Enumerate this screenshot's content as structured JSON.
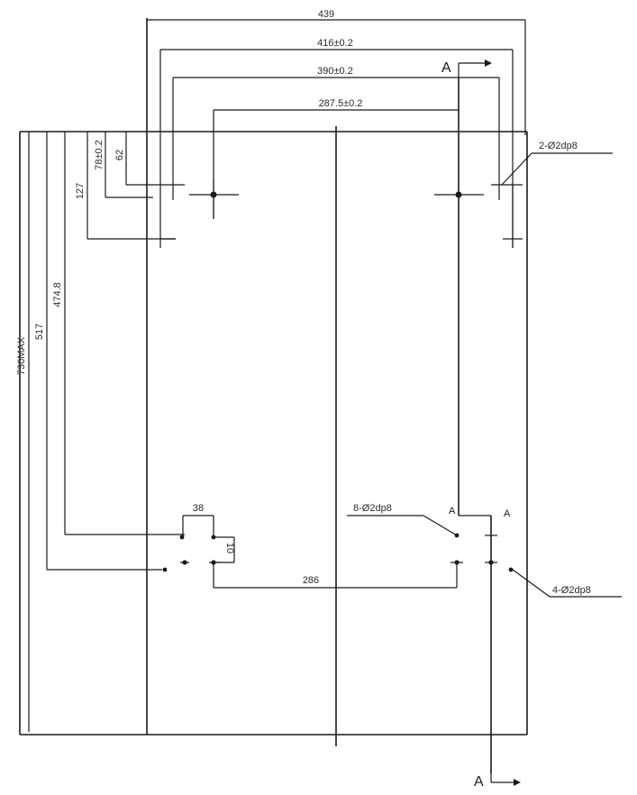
{
  "dimensions": {
    "overall_width": "439",
    "width_416": "416±0.2",
    "width_390": "390±0.2",
    "width_287": "287.5±0.2",
    "height_max": "730MAX",
    "height_517": "517",
    "height_474": "474.8",
    "height_127": "127",
    "height_78": "78±0.2",
    "height_62": "62",
    "gap_38": "38",
    "gap_10": "10",
    "span_286": "286"
  },
  "hole_callouts": {
    "top_right": "2-Ø2dp8",
    "bottom_middle": "8-Ø2dp8",
    "bottom_right": "4-Ø2dp8"
  },
  "section_marks": {
    "letter": "A"
  }
}
